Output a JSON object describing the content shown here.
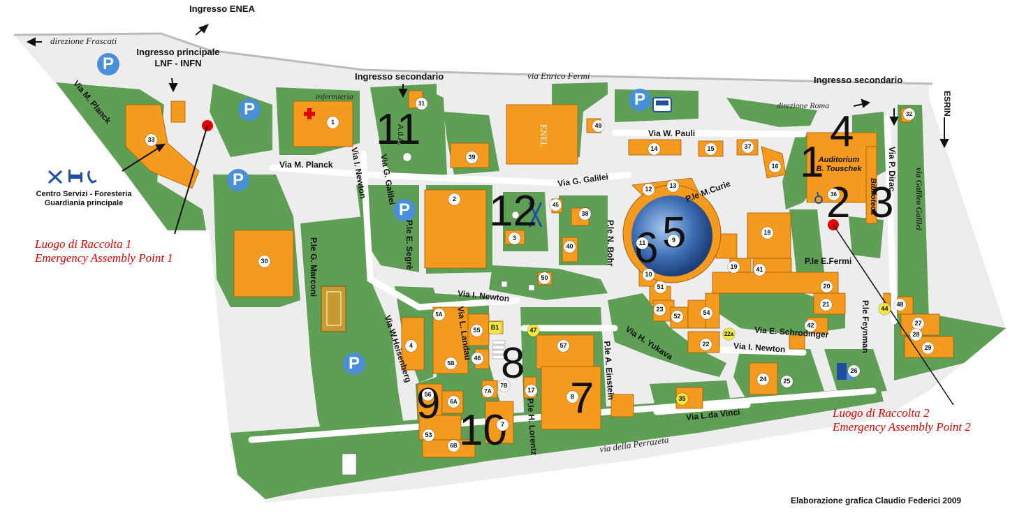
{
  "colors": {
    "grass": "#5f9e55",
    "building": "#f49a1f",
    "road": "#e8e8e8",
    "parking": "#4a90d9",
    "assembly": "#e00000",
    "text_red": "#d00000"
  },
  "entrances": {
    "enea": "Ingresso ENEA",
    "main": "Ingresso principale",
    "main_sub": "LNF - INFN",
    "secondary_1": "Ingresso secondario",
    "secondary_2": "Ingresso secondario",
    "esrin": "ESRIN"
  },
  "directions": {
    "frascati": "direzione Frascati",
    "roma": "direzione Roma"
  },
  "streets": {
    "fermi": "via Enrico Fermi",
    "planck_1": "Via M. Planck",
    "planck_2": "Via M. Planck",
    "newton_1": "Via I. Newton",
    "newton_2": "Via I. Newton",
    "newton_3": "Via I. Newton",
    "galilei_1": "Via G. Galilei",
    "galilei_2": "Via G. Galilei",
    "galilei_via": "via Galileo Galilei",
    "pauli": "Via W. Pauli",
    "dirac": "Via P. Dirac",
    "marconi": "P.le G. Marconi",
    "heisenberg": "Via W.Heisenberg",
    "landau": "Via L. Landau",
    "lorentz": "P.le H. Lorentz",
    "einstein": "P.le A. Einstein",
    "yukava": "Via H. Yukava",
    "schrodinger": "Via E. Schrodinger",
    "feynman": "P.le Feynman",
    "davinci": "Via L.da Vinci",
    "perrazeta": "via della Perrazeta",
    "segre": "P.le E. Segrè",
    "bohr": "P.le N. Bohr",
    "curie": "P.le M.Curie",
    "pfermi": "P.le E.Fermi"
  },
  "places": {
    "infermeria": "infermieria",
    "centro_1": "Centro Servizi - Foresteria",
    "centro_2": "Guardiania principale",
    "ada": "A.d.A.",
    "enel": "ENEL",
    "auditorium_1": "Auditorium",
    "auditorium_2": "B. Touschek",
    "biblioteca": "Biblioteca"
  },
  "assembly_points": [
    {
      "line1": "Luogo di Raccolta 1",
      "line2": "Emergency Assembly Point 1"
    },
    {
      "line1": "Luogo di Raccolta 2",
      "line2": "Emergency Assembly Point 2"
    }
  ],
  "big_numbers": [
    "1",
    "4",
    "2",
    "3",
    "11",
    "12",
    "6",
    "5",
    "8",
    "7",
    "9",
    "10"
  ],
  "building_numbers": [
    "1",
    "2",
    "3",
    "4",
    "5A",
    "5B",
    "6A",
    "6B",
    "7",
    "7A",
    "7B",
    "8",
    "9",
    "10",
    "11",
    "12",
    "13",
    "14",
    "15",
    "16",
    "17",
    "18",
    "19",
    "20",
    "21",
    "22",
    "22a",
    "23",
    "24",
    "25",
    "26",
    "27",
    "28",
    "29",
    "30",
    "31",
    "32",
    "33",
    "35",
    "36",
    "37",
    "38",
    "39",
    "40",
    "41",
    "42",
    "44",
    "45",
    "46",
    "47",
    "48",
    "49",
    "50",
    "51",
    "52",
    "53",
    "54",
    "55",
    "56",
    "57",
    "B1"
  ],
  "icons": [
    "parking-icon",
    "cross-icon",
    "tools-icon",
    "bed-icon",
    "phone-icon",
    "wheelchair-icon",
    "bus-icon",
    "elevator-icon"
  ],
  "credit": "Elaborazione grafica Claudio Federici 2009"
}
